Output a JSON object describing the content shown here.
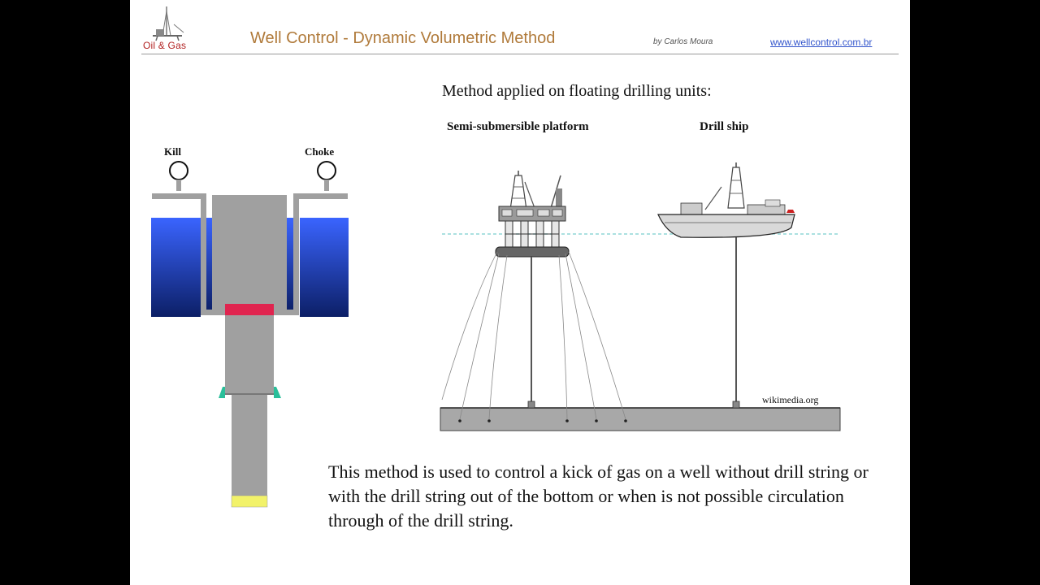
{
  "header": {
    "logo_text": "Oil & Gas",
    "title": "Well Control - Dynamic Volumetric Method",
    "author": "by Carlos Moura",
    "url": "www.wellcontrol.com.br"
  },
  "well_diagram": {
    "kill_label": "Kill",
    "choke_label": "Choke"
  },
  "units": {
    "heading": "Method applied on floating drilling units:",
    "semi_label": "Semi-submersible platform",
    "ship_label": "Drill ship",
    "credit": "wikimedia.org"
  },
  "description": "This method is used to control a kick of gas on a well without drill string or with the drill string out of the bottom or when is not possible circulation through of the drill string.",
  "colors": {
    "water_top": "#3a64ff",
    "water_bottom": "#0c1f66",
    "pipe_gray": "#a0a0a0",
    "gas_kick": "#e0244f",
    "bit": "#f2f26a",
    "title_color": "#b07a3a",
    "logo_red": "#b22222"
  }
}
